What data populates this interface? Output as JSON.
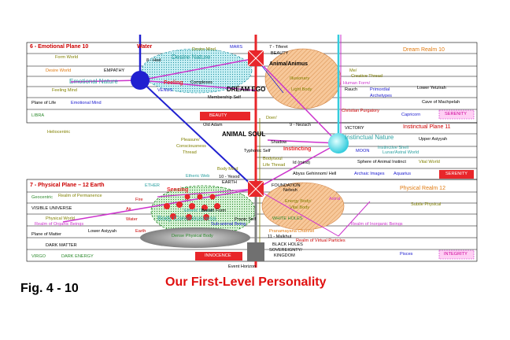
{
  "figure_label": "Fig. 4 - 10",
  "caption": "Our First-Level Personality",
  "colors": {
    "red": "#e8262a",
    "blue": "#2020d0",
    "magenta": "#cc33cc",
    "green": "#2e8b2e",
    "olive": "#808000",
    "orange": "#e07a10",
    "cyan": "#33ccdd",
    "pink": "#ff66cc"
  },
  "labels": [
    {
      "id": "emotional-plane",
      "text": "6 - Emotional Plane   10",
      "color": "#cc0000",
      "bold": true,
      "size": 7
    },
    {
      "id": "water-top",
      "text": "Water",
      "color": "#cc0000",
      "bold": true,
      "size": 7
    },
    {
      "id": "desire-mind",
      "text": "Desire Mind",
      "color": "#808000"
    },
    {
      "id": "mars",
      "text": "MARS",
      "color": "#2020d0"
    },
    {
      "id": "tiferet",
      "text": "7 - Tiferet",
      "color": "#000"
    },
    {
      "id": "beauty-top",
      "text": "BEAUTY",
      "color": "#000"
    },
    {
      "id": "dream-realm",
      "text": "Dream Realm   10",
      "color": "#e07a10",
      "size": 7
    },
    {
      "id": "form-world",
      "text": "Form World",
      "color": "#808000"
    },
    {
      "id": "hod",
      "text": "8 - Hod",
      "color": "#000"
    },
    {
      "id": "desire-nature",
      "text": "Desire Nature",
      "color": "#2aa0a0",
      "size": 8
    },
    {
      "id": "anima",
      "text": "Anima/Animus",
      "color": "#000",
      "bold": true,
      "size": 7
    },
    {
      "id": "desire-world",
      "text": "Desire World",
      "color": "#e07a10"
    },
    {
      "id": "empathy",
      "text": "EMPATHY",
      "color": "#000"
    },
    {
      "id": "emotional-nature",
      "text": "Emotional Nature",
      "color": "#2aa0a0",
      "size": 8
    },
    {
      "id": "feeling",
      "text": "Feeling",
      "color": "#e8262a",
      "bold": true,
      "size": 7
    },
    {
      "id": "complexes",
      "text": "Complexes",
      "color": "#000"
    },
    {
      "id": "illusionary",
      "text": "Illusionary",
      "color": "#808000"
    },
    {
      "id": "light-body",
      "text": "Light Body",
      "color": "#808000"
    },
    {
      "id": "me",
      "text": "Me/",
      "color": "#808000"
    },
    {
      "id": "creative-thread",
      "text": "Creative Thread",
      "color": "#808000"
    },
    {
      "id": "human-form",
      "text": "Human Form/",
      "color": "#cc33cc"
    },
    {
      "id": "rauch",
      "text": "Rauch",
      "color": "#000"
    },
    {
      "id": "primordial",
      "text": "Primordial",
      "color": "#2020d0"
    },
    {
      "id": "archetypes",
      "text": "Archetypes",
      "color": "#2020d0"
    },
    {
      "id": "lower-yetzirah",
      "text": "Lower Yetzirah",
      "color": "#000"
    },
    {
      "id": "feeling-mind",
      "text": "Feeling Mind",
      "color": "#808000"
    },
    {
      "id": "venus",
      "text": "VENUS",
      "color": "#2020d0"
    },
    {
      "id": "dream-ego",
      "text": "DREAM EGO",
      "color": "#000",
      "bold": true,
      "size": 8
    },
    {
      "id": "membership-self",
      "text": "Membership Self",
      "color": "#000"
    },
    {
      "id": "cave",
      "text": "Cave of Machpelah",
      "color": "#000"
    },
    {
      "id": "plane-of-life",
      "text": "Plane of Life",
      "color": "#000"
    },
    {
      "id": "emotional-mind",
      "text": "Emotional Mind",
      "color": "#2020d0"
    },
    {
      "id": "christian-purgatory",
      "text": "Christian Purgatory",
      "color": "#cc0000"
    },
    {
      "id": "libra",
      "text": "LIBRA",
      "color": "#2e8b2e"
    },
    {
      "id": "beauty-box",
      "text": "BEAUTY",
      "color": "#ffffff"
    },
    {
      "id": "doer",
      "text": "Doer/",
      "color": "#808000"
    },
    {
      "id": "capricorn",
      "text": "Capricorn",
      "color": "#2020d0"
    },
    {
      "id": "serenity-top",
      "text": "SERENITY",
      "color": "#cc0099"
    },
    {
      "id": "old-adam",
      "text": "Old Adam",
      "color": "#000"
    },
    {
      "id": "nezach",
      "text": "9 - Nezach",
      "color": "#000"
    },
    {
      "id": "victory",
      "text": "VICTORY",
      "color": "#000"
    },
    {
      "id": "instinctual-plane",
      "text": "Instinctual Plane   11",
      "color": "#cc0000",
      "size": 7
    },
    {
      "id": "heliocentric",
      "text": "Heliocentric",
      "color": "#808000"
    },
    {
      "id": "animal-soul",
      "text": "ANIMAL SOUL",
      "color": "#000",
      "bold": true,
      "size": 8
    },
    {
      "id": "instinctual-nature",
      "text": "Instinctual Nature",
      "color": "#2aa0a0",
      "size": 8
    },
    {
      "id": "upper-asiyyah",
      "text": "Upper Asiyyah",
      "color": "#000"
    },
    {
      "id": "pleasure",
      "text": "Pleasure/",
      "color": "#808000"
    },
    {
      "id": "consciousness",
      "text": "Consciousness",
      "color": "#808000"
    },
    {
      "id": "thread",
      "text": "Thread",
      "color": "#808000"
    },
    {
      "id": "shadow",
      "text": "Shadow",
      "color": "#000"
    },
    {
      "id": "instinctive-shell",
      "text": "Instinctive Shell",
      "color": "#2aa0a0"
    },
    {
      "id": "lunar-astral",
      "text": "Lunar/Astral World",
      "color": "#2aa0a0"
    },
    {
      "id": "typhonic",
      "text": "Typhonic Self",
      "color": "#000"
    },
    {
      "id": "instincting",
      "text": "Instincting",
      "color": "#e8262a",
      "bold": true,
      "size": 7
    },
    {
      "id": "moon",
      "text": "MOON",
      "color": "#2020d0"
    },
    {
      "id": "sphere-animal",
      "text": "Sphere of Animal Instinct",
      "color": "#000"
    },
    {
      "id": "vital-world",
      "text": "Vital World",
      "color": "#808000"
    },
    {
      "id": "bodysoul",
      "text": "Body/soul",
      "color": "#808000"
    },
    {
      "id": "life-thread",
      "text": "Life Thread",
      "color": "#808000"
    },
    {
      "id": "id-mind",
      "text": "Id (mind)",
      "color": "#000"
    },
    {
      "id": "abyss",
      "text": "Abyss  Gehinnom/ Hell",
      "color": "#000"
    },
    {
      "id": "archaic",
      "text": "Archaic Images",
      "color": "#2020d0"
    },
    {
      "id": "aquarius",
      "text": "Aquarius",
      "color": "#2020d0"
    },
    {
      "id": "serenity-mid",
      "text": "SERENITY",
      "color": "#ffffff"
    },
    {
      "id": "etheric-web",
      "text": "Etheric Web",
      "color": "#2aa0a0"
    },
    {
      "id": "body-mind",
      "text": "Body Mind",
      "color": "#808000"
    },
    {
      "id": "yesod",
      "text": "10 - Yesod",
      "color": "#000"
    },
    {
      "id": "earth-small",
      "text": "EARTH",
      "color": "#000"
    },
    {
      "id": "foundation",
      "text": "FOUNDATION",
      "color": "#000"
    },
    {
      "id": "physical-plane",
      "text": "7 - Physical Plane –  12    Earth",
      "color": "#cc0000",
      "bold": true,
      "size": 7
    },
    {
      "id": "ether",
      "text": "ETHER",
      "color": "#2aa0a0"
    },
    {
      "id": "physical-realm",
      "text": "Physical Realm  12",
      "color": "#e07a10",
      "size": 7
    },
    {
      "id": "geocentric",
      "text": "Geocentric",
      "color": "#2e8b2e"
    },
    {
      "id": "realm-permanence",
      "text": "Realm of Permanence",
      "color": "#808000"
    },
    {
      "id": "sensing",
      "text": "Sensing",
      "color": "#e8262a",
      "bold": true,
      "size": 7
    },
    {
      "id": "nefesh",
      "text": "Nefesh",
      "color": "#000"
    },
    {
      "id": "etheric-double",
      "text": "Etheric Double",
      "color": "#2aa0a0"
    },
    {
      "id": "fire",
      "text": "Fire",
      "color": "#cc0000"
    },
    {
      "id": "breath-form",
      "text": "Breath Form",
      "color": "#000"
    },
    {
      "id": "energy-body",
      "text": "Energy Body/",
      "color": "#808000"
    },
    {
      "id": "vital-body",
      "text": "Vital Body",
      "color": "#808000"
    },
    {
      "id": "astral",
      "text": "Astral",
      "color": "#cc33cc"
    },
    {
      "id": "subtle-physical",
      "text": "Subtle Physical",
      "color": "#808000"
    },
    {
      "id": "visible-universe",
      "text": "VISIBLE UNIVERSE",
      "color": "#000"
    },
    {
      "id": "air",
      "text": "Air",
      "color": "#cc0000"
    },
    {
      "id": "body-consciousness",
      "text": "Body Consciousness",
      "color": "#2aa0a0",
      "size": 8
    },
    {
      "id": "pranic-self",
      "text": "Pranic Self",
      "color": "#000"
    },
    {
      "id": "physical-world",
      "text": "Physical World",
      "color": "#808000"
    },
    {
      "id": "water-bottom",
      "text": "Water",
      "color": "#cc0000"
    },
    {
      "id": "sub-animal",
      "text": "Sub-animal Being",
      "color": "#2020d0"
    },
    {
      "id": "white-holes",
      "text": "WHITE HOLES",
      "color": "#2e8b2e"
    },
    {
      "id": "realm-organic",
      "text": "Realm of Organic Beings",
      "color": "#cc33cc"
    },
    {
      "id": "realm-inorganic",
      "text": "Realm of Inorganic Beings",
      "color": "#cc33cc"
    },
    {
      "id": "plane-of-matter",
      "text": "Plane of Matter",
      "color": "#000"
    },
    {
      "id": "lower-asiyyah",
      "text": "Lower Asiyyah",
      "color": "#000"
    },
    {
      "id": "earth-bottom",
      "text": "Earth",
      "color": "#cc0000"
    },
    {
      "id": "pranamayana",
      "text": "Pranamayana Channel",
      "color": "#e07a10"
    },
    {
      "id": "dense-physical",
      "text": "Dense Physical Body",
      "color": "#2e8b2e"
    },
    {
      "id": "malkhut",
      "text": "11 - Malkhut",
      "color": "#000"
    },
    {
      "id": "dark-matter",
      "text": "DARK MATTER",
      "color": "#000"
    },
    {
      "id": "black-holes",
      "text": "BLACK HOLES",
      "color": "#000"
    },
    {
      "id": "realm-virtual",
      "text": "Realm of Virtual Particles",
      "color": "#cc0000"
    },
    {
      "id": "sovereignty",
      "text": "SOVEREIGNTY/",
      "color": "#000"
    },
    {
      "id": "kingdom",
      "text": "KINGDOM",
      "color": "#000"
    },
    {
      "id": "virgo",
      "text": "VIRGO",
      "color": "#2e8b2e"
    },
    {
      "id": "dark-energy",
      "text": "DARK ENERGY",
      "color": "#2e8b2e"
    },
    {
      "id": "innocence",
      "text": "INNOCENCE",
      "color": "#ffffff"
    },
    {
      "id": "pisces",
      "text": "Pisces",
      "color": "#2020d0"
    },
    {
      "id": "integrity",
      "text": "INTEGRITY",
      "color": "#cc0099"
    },
    {
      "id": "event-horizon",
      "text": "Event Horizon",
      "color": "#000"
    }
  ]
}
